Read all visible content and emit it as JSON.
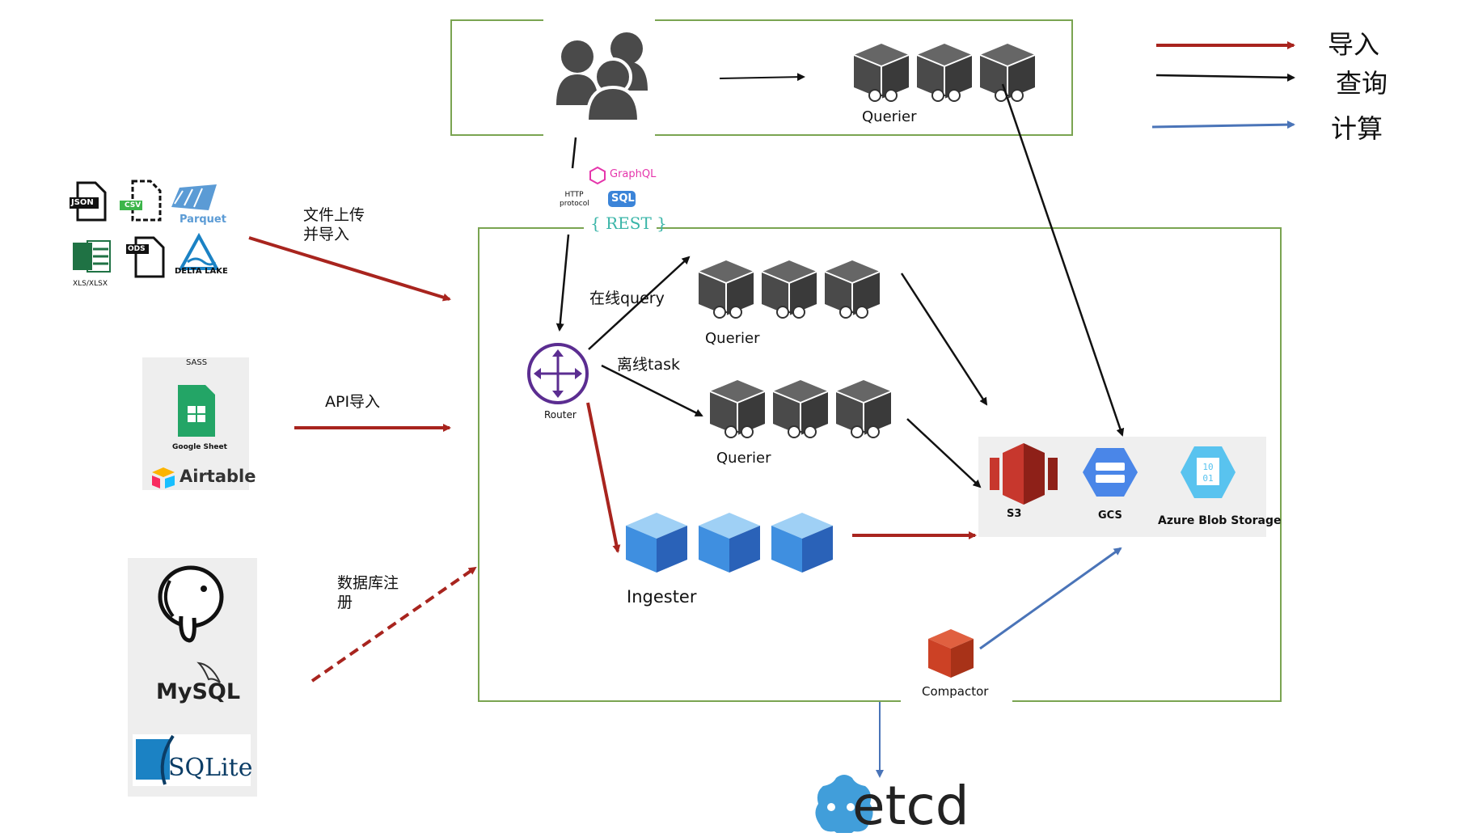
{
  "legend": {
    "import": "导入",
    "query": "查询",
    "compute": "计算"
  },
  "colors": {
    "import": "#a8241e",
    "query": "#111111",
    "compute": "#4a74b8",
    "box_border": "#7aa451",
    "cube_dark": "#4a4a4a",
    "cube_blue": "#3a86d8",
    "compactor": "#cc4125",
    "router": "#5b2d91",
    "storage_bg": "#efefef"
  },
  "top": {
    "querier_label": "Querier"
  },
  "protocols": {
    "http": "HTTP protocol",
    "graphql": "GraphQL",
    "sql": "SQL",
    "rest": "{ REST }"
  },
  "sources": {
    "file_formats": {
      "json": "JSON",
      "csv": "CSV",
      "parquet": "Parquet",
      "xls": "XLS/XLSX",
      "ods": "ODS",
      "delta": "DELTA LAKE"
    },
    "file_upload_label": "文件上传\n并导入",
    "sass_title": "SASS",
    "google_sheet": "Google Sheet",
    "airtable": "Airtable",
    "api_label": "API导入",
    "mysql": "MySQL",
    "sqlite": "SQLite",
    "db_label": "数据库注\n册"
  },
  "cluster": {
    "router": "Router",
    "online_label": "在线query",
    "offline_label": "离线task",
    "querier_online": "Querier",
    "querier_offline": "Querier",
    "ingester": "Ingester",
    "compactor": "Compactor"
  },
  "storage": {
    "s3": "S3",
    "gcs": "GCS",
    "azure": "Azure Blob Storage",
    "azure_icon_text": "10\n01"
  },
  "etcd": "etcd"
}
